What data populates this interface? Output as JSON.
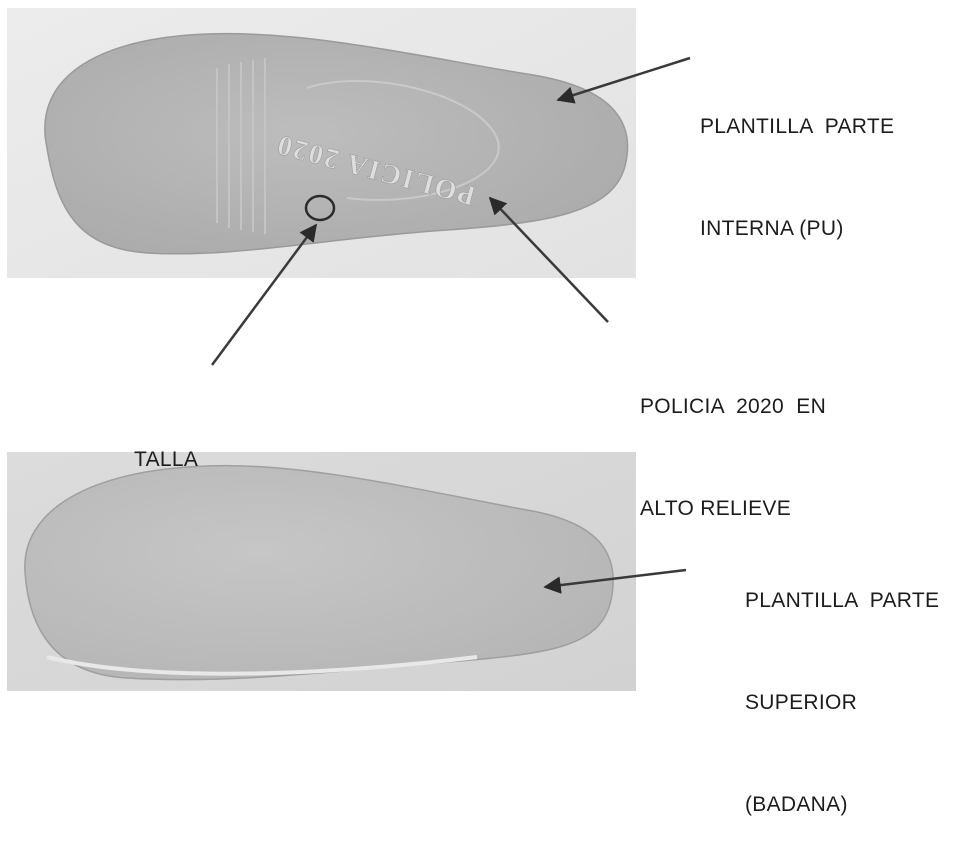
{
  "embossed_text": "POLICIA 2020",
  "labels": {
    "inner_line1": "PLANTILLA  PARTE",
    "inner_line2": "INTERNA (PU)",
    "policia_line1": "POLICIA  2020  EN",
    "policia_line2": "ALTO RELIEVE",
    "talla": "TALLA",
    "upper_line1": "PLANTILLA  PARTE",
    "upper_line2": "SUPERIOR",
    "upper_line3": "(BADANA)"
  }
}
